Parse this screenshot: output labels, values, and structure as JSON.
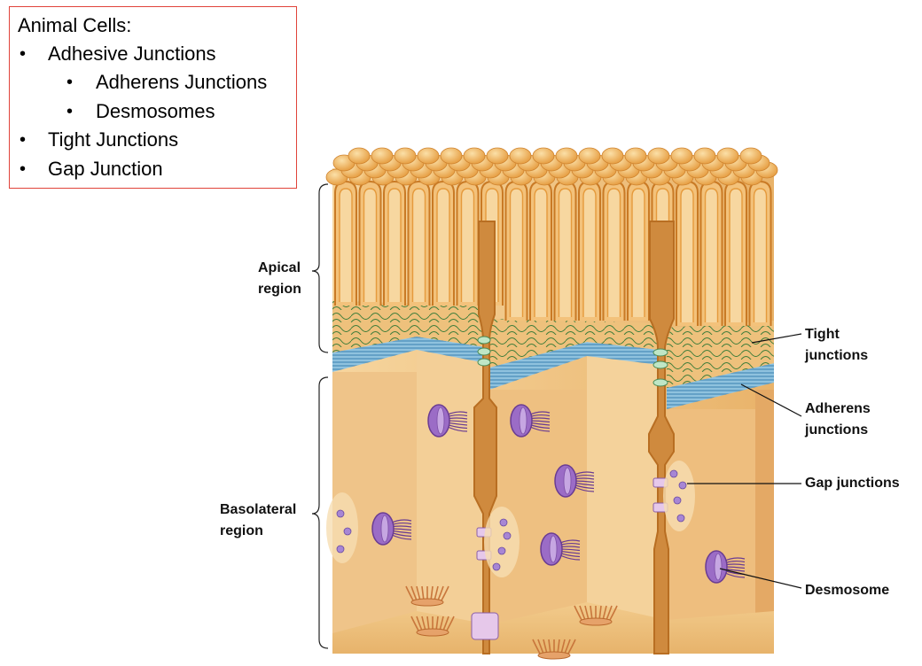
{
  "textbox": {
    "title": "Animal Cells:",
    "items": [
      {
        "text": "Adhesive Junctions",
        "level": 1
      },
      {
        "text": "Adherens Junctions",
        "level": 2
      },
      {
        "text": "Desmosomes",
        "level": 2
      },
      {
        "text": "Tight Junctions",
        "level": 1
      },
      {
        "text": "Gap Junction",
        "level": 1
      }
    ],
    "bullet": "•"
  },
  "labels": {
    "apical_line1": "Apical",
    "apical_line2": "region",
    "basolateral_line1": "Basolateral",
    "basolateral_line2": "region",
    "tight_line1": "Tight",
    "tight_line2": "junctions",
    "adherens_line1": "Adherens",
    "adherens_line2": "junctions",
    "gap": "Gap junctions",
    "desmosome": "Desmosome"
  },
  "colors": {
    "cell_fill": "#f2c887",
    "cell_dark": "#d9973f",
    "cell_edge": "#c87a28",
    "microvilli": "#efb25c",
    "adherens_band": "#5a9ec6",
    "tight_mesh": "#3f7d3a",
    "desmosome": "#8a4fb0",
    "gap_junction": "#7b62b8",
    "border_red": "#e0433a"
  }
}
